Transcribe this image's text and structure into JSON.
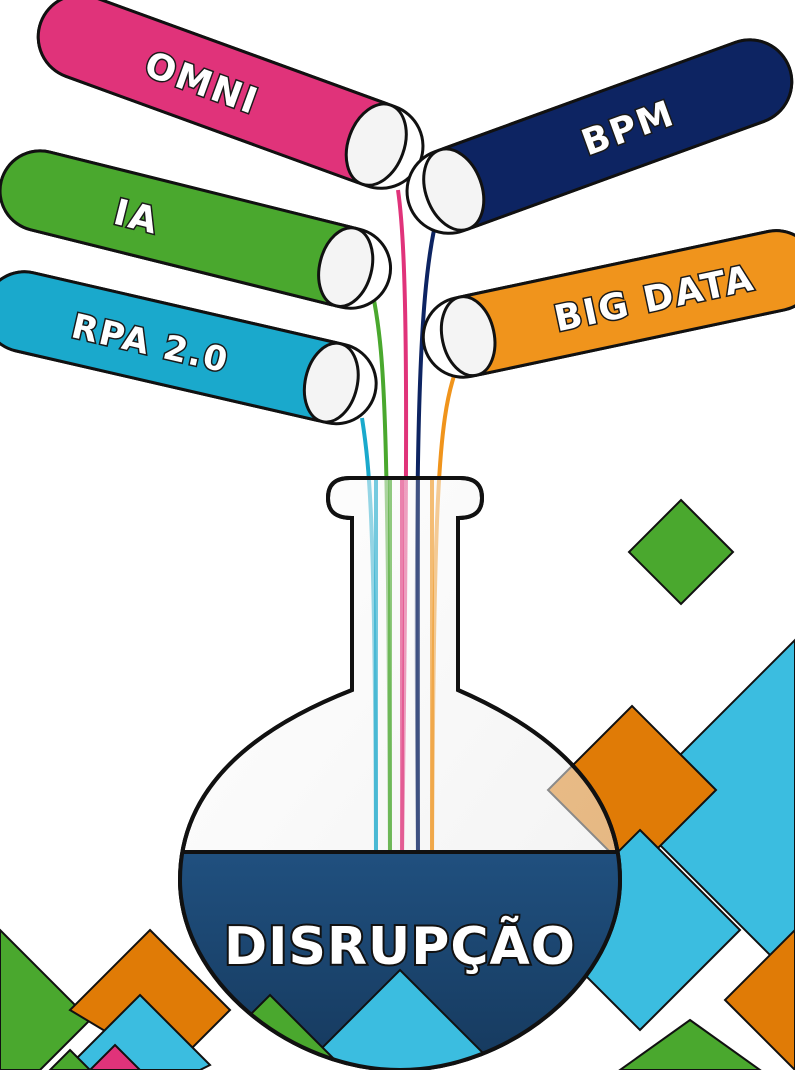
{
  "tubes": {
    "omni": {
      "label": "OMNI",
      "color": "#e0337a"
    },
    "ia": {
      "label": "IA",
      "color": "#4aa82e"
    },
    "rpa": {
      "label": "RPA 2.0",
      "color": "#1aa9cc"
    },
    "bpm": {
      "label": "BPM",
      "color": "#0d2462"
    },
    "big_data": {
      "label": "BIG DATA",
      "color": "#f0941c"
    }
  },
  "flask": {
    "label": "DISRUPÇÃO",
    "liquid_top_color": "#1f4f80",
    "liquid_bottom_color": "#163a60",
    "glass_color": "#f2f2f2"
  },
  "decor": {
    "blue": "#3bbde0",
    "orange": "#e07b06",
    "green": "#4aa82e",
    "pink": "#e0337a"
  }
}
